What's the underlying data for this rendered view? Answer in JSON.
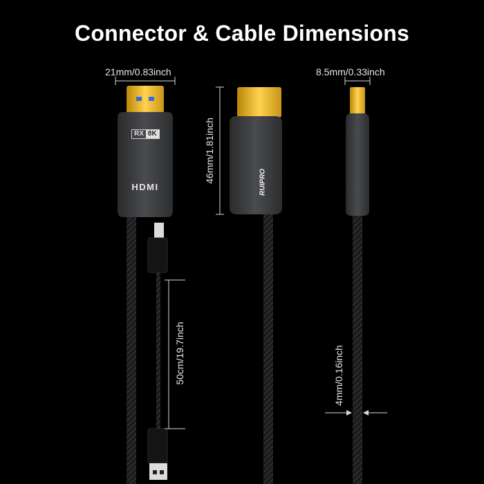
{
  "title": "Connector & Cable Dimensions",
  "dimensions": {
    "connector_width": "21mm/0.83inch",
    "connector_thickness": "8.5mm/0.33inch",
    "connector_height": "46mm/1.81inch",
    "usb_cable_length": "50cm/19.7inch",
    "cable_diameter": "4mm/0.16inch"
  },
  "connector_labels": {
    "badge_left": "RX",
    "badge_right": "8K",
    "hdmi_logo": "HDMI",
    "brand": "RUIPRO"
  },
  "colors": {
    "background": "#000000",
    "housing": "#3a3b3d",
    "gold": "#e6b321",
    "text": "#ffffff"
  }
}
